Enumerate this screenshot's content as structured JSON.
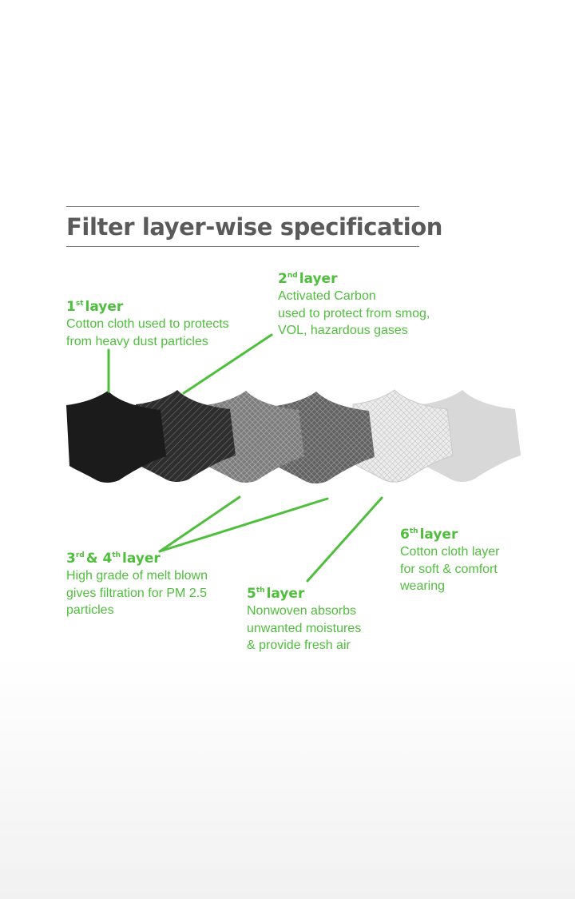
{
  "title": "Filter layer-wise specification",
  "colors": {
    "accent": "#4fbe3c",
    "title": "#5a5a5a",
    "rule": "#7a7a7a"
  },
  "layers": [
    {
      "num": "1",
      "suffix": "st",
      "word": "layer",
      "desc": [
        "Cotton cloth used to protects",
        "from heavy dust particles"
      ]
    },
    {
      "num": "2",
      "suffix": "nd",
      "word": "layer",
      "desc": [
        "Activated Carbon",
        "used to protect from smog,",
        "VOL, hazardous gases"
      ]
    },
    {
      "num": "3",
      "suffix": "rd",
      "joiner": "& ",
      "num2": "4",
      "suffix2": "th",
      "word": "layer",
      "desc": [
        "High grade of melt blown",
        "gives filtration for PM 2.5",
        "particles"
      ]
    },
    {
      "num": "5",
      "suffix": "th",
      "word": "layer",
      "desc": [
        "Nonwoven absorbs",
        "unwanted moistures",
        "& provide fresh air"
      ]
    },
    {
      "num": "6",
      "suffix": "th",
      "word": "layer",
      "desc": [
        "Cotton cloth layer",
        "for soft & comfort",
        "wearing"
      ]
    }
  ]
}
